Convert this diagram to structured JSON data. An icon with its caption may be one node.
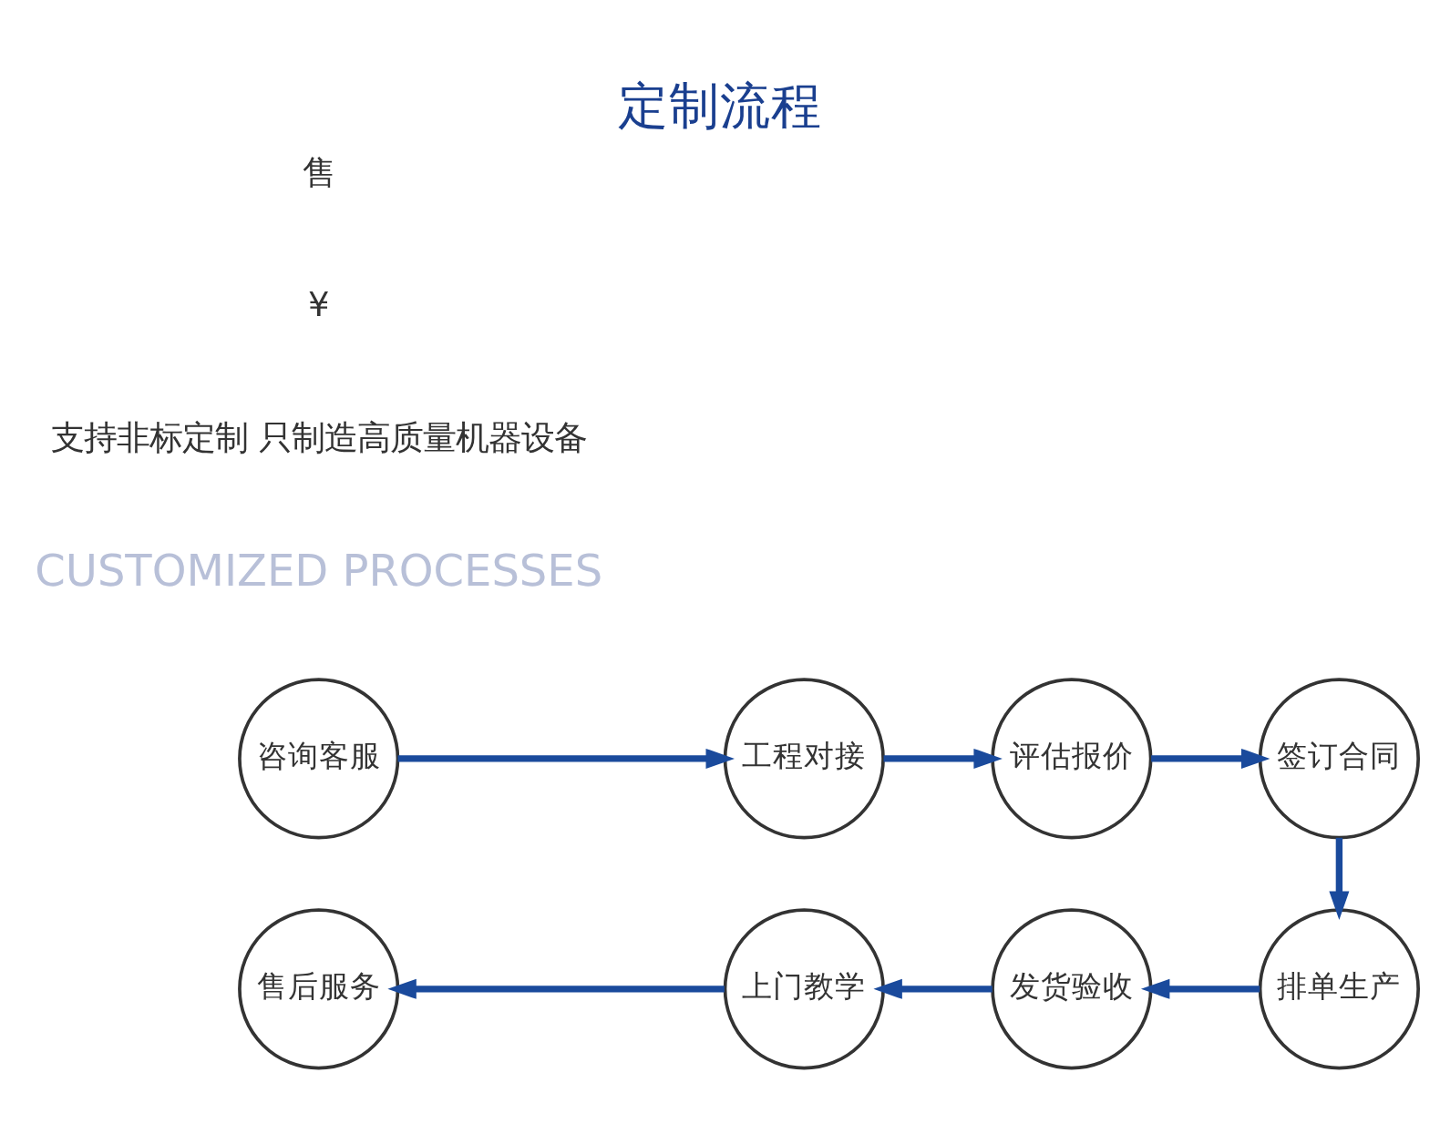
{
  "diagram": {
    "title": "定制流程",
    "nodes": [
      {
        "text": [
          "咨询客服"
        ]
      },
      {
        "text": [
          "工程对接"
        ]
      },
      {
        "text": [
          "评估报价"
        ]
      },
      {
        "text": [
          "签订合同"
        ]
      },
      {
        "text": [
          "排单生产"
        ]
      },
      {
        "text": [
          "发货验收"
        ]
      },
      {
        "text": [
          "上门教学"
        ]
      },
      {
        "text": [
          "售后服务"
        ]
      }
    ],
    "edges": [
      {
        "from": 0,
        "to": 1,
        "arrow": "to"
      },
      {
        "from": 1,
        "to": 2,
        "arrow": "to"
      },
      {
        "from": 2,
        "to": 3,
        "arrow": "to"
      },
      {
        "from": 3,
        "to": 4,
        "arrow": "to"
      },
      {
        "from": 4,
        "to": 5,
        "arrow": "to"
      },
      {
        "from": 5,
        "to": 6,
        "arrow": "to"
      },
      {
        "from": 6,
        "to": 7,
        "arrow": "to"
      }
    ],
    "labels": [
      "CUSTOMIZED PROCESSES",
      "支持非标定制 只制造高质量机器设备",
      "¥",
      "售"
    ]
  }
}
